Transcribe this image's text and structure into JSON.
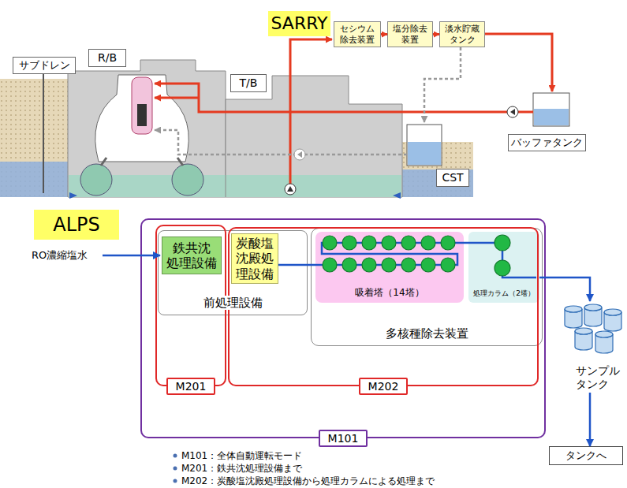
{
  "diagram": {
    "nodes": [
      {
        "text": [
          "SARRY"
        ]
      },
      {
        "text": [
          "R/B"
        ]
      },
      {
        "text": [
          "T/B"
        ]
      },
      {
        "text": [
          "サブドレン"
        ]
      },
      {
        "text": [
          "セシウム 除去装置"
        ]
      },
      {
        "text": [
          "塩分除去 装置"
        ]
      },
      {
        "text": [
          "淡水貯蔵 タンク"
        ]
      },
      {
        "text": [
          "バッファタンク"
        ]
      },
      {
        "text": [
          "CST"
        ]
      },
      {
        "text": [
          "ALPS"
        ]
      },
      {
        "text": [
          "M101"
        ]
      },
      {
        "text": [
          "前処理設備"
        ],
        "in": 10
      },
      {
        "text": [
          "鉄共沈 処理設備"
        ],
        "in": 11
      },
      {
        "text": [
          "炭酸塩 沈殿処 理設備"
        ],
        "in": 11
      },
      {
        "text": [
          "多核種除去装置"
        ],
        "in": 10
      },
      {
        "text": [
          "吸着塔（14塔）"
        ],
        "in": 14
      },
      {
        "text": [
          "処理カラム（2塔）"
        ],
        "in": 14
      },
      {
        "text": [
          "M201"
        ],
        "in": 10
      },
      {
        "text": [
          "M202"
        ],
        "in": 10
      },
      {
        "text": [
          "サンプル タンク"
        ]
      },
      {
        "text": [
          "タンクへ"
        ]
      }
    ],
    "edges": [
      {
        "from": 4,
        "to": 5,
        "arrow": "to"
      },
      {
        "from": 5,
        "to": 6,
        "arrow": "to"
      },
      {
        "from": 13,
        "to": 15,
        "arrow": "none"
      },
      {
        "from": 15,
        "to": 16,
        "arrow": "none"
      },
      {
        "from": 16,
        "to": 19,
        "arrow": "to"
      },
      {
        "from": 19,
        "to": 20,
        "arrow": "to"
      }
    ],
    "labels": [
      "RO濃縮塩水",
      "M101：全体自動運転モード",
      "M201：鉄共沈処理設備まで",
      "M202：炭酸塩沈殿処理設備から処理カラムによる処理まで"
    ]
  }
}
